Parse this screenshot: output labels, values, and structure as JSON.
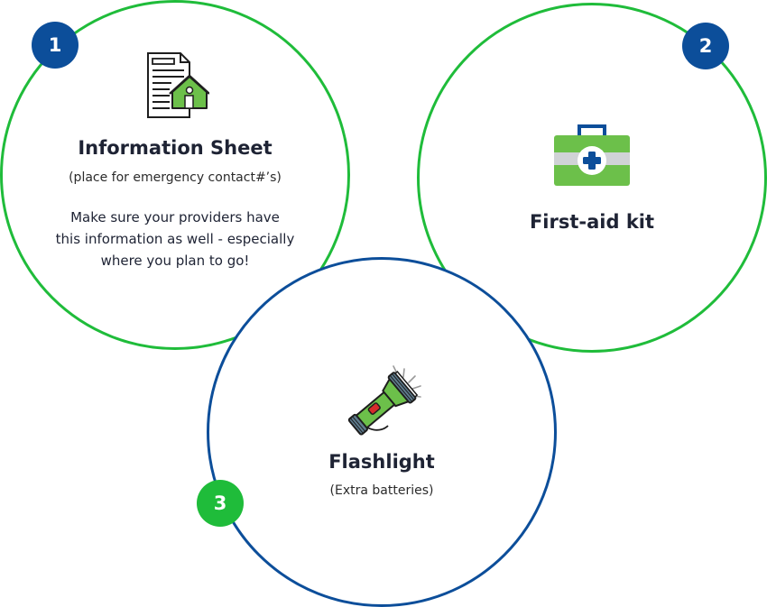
{
  "items": [
    {
      "number": "1",
      "title": "Information Sheet",
      "subtitle": "(place for emergency contact#’s)",
      "description_lines": [
        "Make sure your providers have",
        "this information as well - especially",
        "where you plan to go!"
      ],
      "icon": "document-house-icon"
    },
    {
      "number": "2",
      "title": "First-aid kit",
      "icon": "first-aid-kit-icon"
    },
    {
      "number": "3",
      "title": "Flashlight",
      "subtitle": "(Extra batteries)",
      "icon": "flashlight-icon"
    }
  ],
  "colors": {
    "green": "#1fbc3a",
    "blue": "#0c4e9a",
    "icon_green": "#6cc04a"
  }
}
